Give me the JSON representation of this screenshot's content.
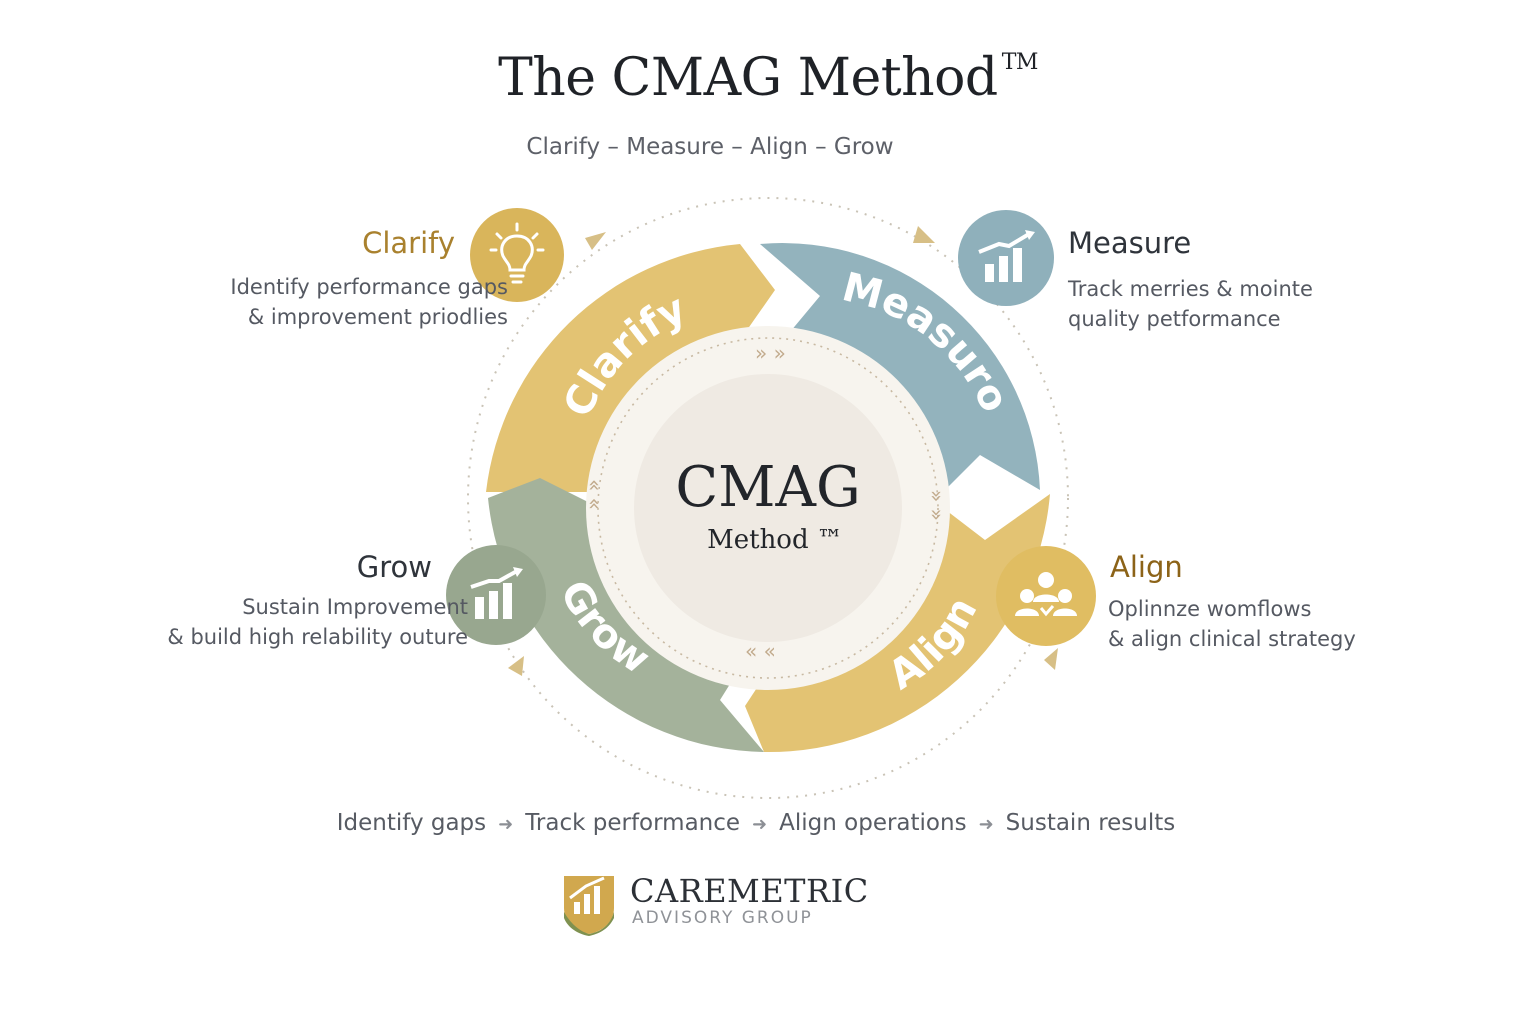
{
  "header": {
    "title": "The CMAG Method",
    "trademark": "TM",
    "subtitle": "Clarify – Measure – Align – Grow"
  },
  "center": {
    "title": "CMAG",
    "subtitle": "Method ™"
  },
  "cycle": {
    "segments": [
      {
        "label": "Clarify",
        "color": "#e3c373"
      },
      {
        "label": "Measuro",
        "color": "#93b3bd"
      },
      {
        "label": "Align",
        "color": "#e3c373"
      },
      {
        "label": "Grow",
        "color": "#a4b29b"
      }
    ]
  },
  "stages": {
    "clarify": {
      "title": "Clarify",
      "line1": "Identify performance gaps",
      "line2": "& improvement priodlies",
      "icon": "lightbulb-icon",
      "color": "#d9b55b"
    },
    "measure": {
      "title": "Measure",
      "line1": "Track merries & mointe",
      "line2": "quality petformance",
      "icon": "bar-chart-icon",
      "color": "#8fb0bb"
    },
    "align": {
      "title": "Align",
      "line1": "Oplinnze womflows",
      "line2": "& align clinical strategy",
      "icon": "team-icon",
      "color": "#e0bd62"
    },
    "grow": {
      "title": "Grow",
      "line1": "Sustain Improvement",
      "line2": "& build high  relability outure",
      "icon": "growth-chart-icon",
      "color": "#98a78f"
    }
  },
  "flow": {
    "steps": [
      "Identify gaps",
      "Track performance",
      "Align operations",
      "Sustain results"
    ],
    "separator": "➜"
  },
  "brand": {
    "name": "CAREMETRIC",
    "tagline": "ADVISORY GROUP"
  }
}
